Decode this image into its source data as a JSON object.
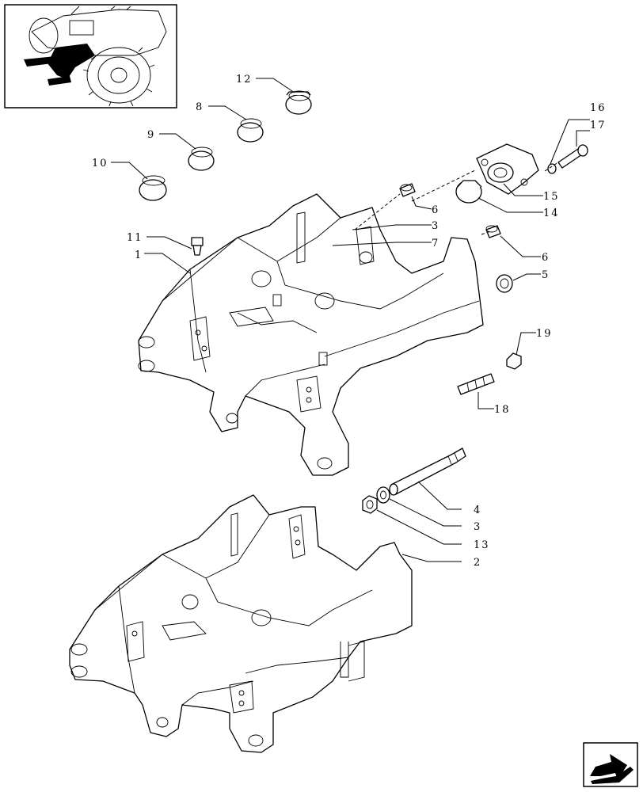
{
  "callouts": [
    {
      "id": "c1",
      "label": "1"
    },
    {
      "id": "c2",
      "label": "2"
    },
    {
      "id": "c3a",
      "label": "3"
    },
    {
      "id": "c3b",
      "label": "3"
    },
    {
      "id": "c4",
      "label": "4"
    },
    {
      "id": "c5",
      "label": "5"
    },
    {
      "id": "c6a",
      "label": "6"
    },
    {
      "id": "c6b",
      "label": "6"
    },
    {
      "id": "c7",
      "label": "7"
    },
    {
      "id": "c8",
      "label": "8"
    },
    {
      "id": "c9",
      "label": "9"
    },
    {
      "id": "c10",
      "label": "10"
    },
    {
      "id": "c11",
      "label": "11"
    },
    {
      "id": "c12",
      "label": "12"
    },
    {
      "id": "c13",
      "label": "13"
    },
    {
      "id": "c14",
      "label": "14"
    },
    {
      "id": "c15",
      "label": "15"
    },
    {
      "id": "c16",
      "label": "16"
    },
    {
      "id": "c17",
      "label": "17"
    },
    {
      "id": "c18",
      "label": "18"
    },
    {
      "id": "c19",
      "label": "19"
    }
  ],
  "icons": {
    "locator": "tractor-locator-icon",
    "nav": "next-page-arrow-icon"
  }
}
